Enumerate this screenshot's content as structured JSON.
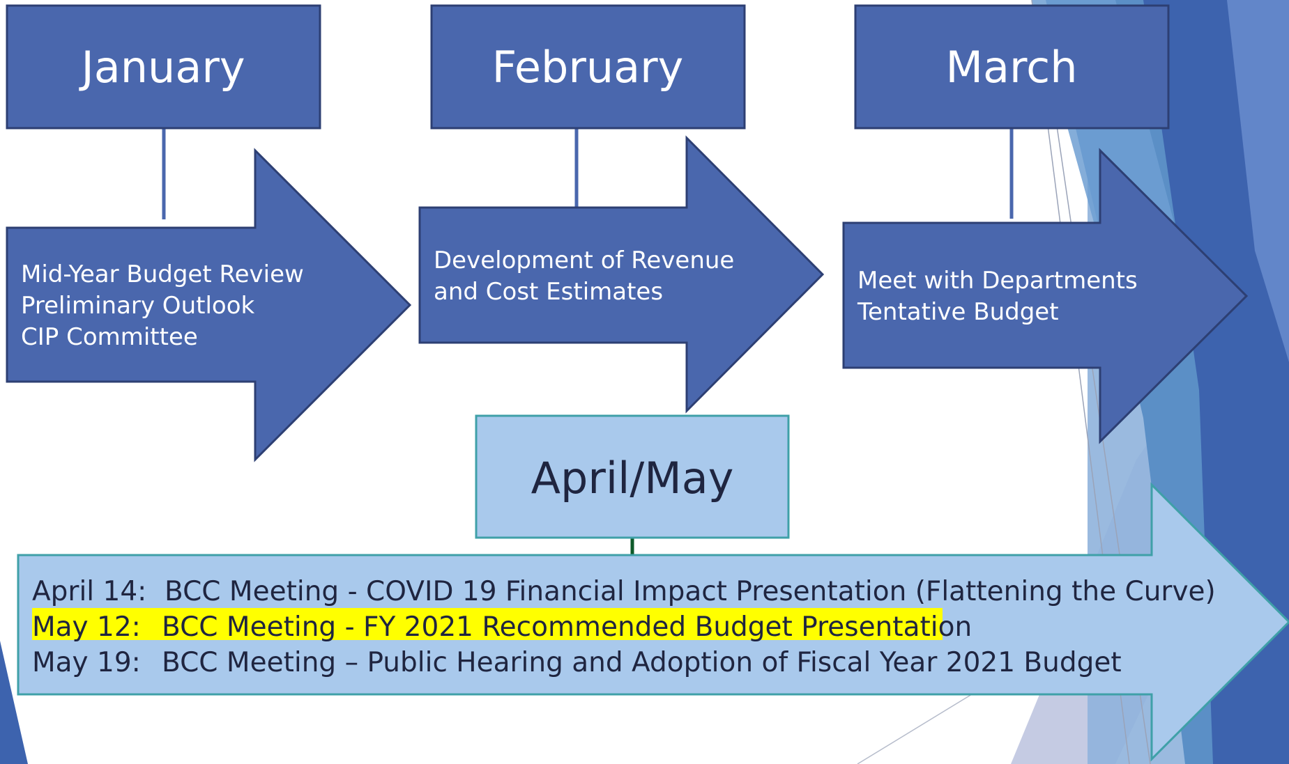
{
  "colors": {
    "month_box_fill": "#4a67ad",
    "month_box_stroke": "#2d3f73",
    "arrow_fill": "#4a67ad",
    "arrow_stroke": "#2d3f73",
    "light_fill": "#a9c9ec",
    "light_stroke": "#3fa0a8",
    "connector_green": "#0e5a2a",
    "highlight": "#ffff00",
    "text_dark": "#1f2540",
    "deco_blue_1": "#5b8fc6",
    "deco_blue_2": "#3d63ae",
    "deco_blue_3": "#8fb3dc",
    "deco_lavender": "#c5cbe3"
  },
  "stages": [
    {
      "month": "January",
      "lines": [
        "Mid-Year Budget Review",
        "Preliminary Outlook",
        "CIP Committee"
      ]
    },
    {
      "month": "February",
      "lines": [
        "Development of Revenue",
        "and Cost Estimates"
      ]
    },
    {
      "month": "March",
      "lines": [
        "Meet with Departments",
        "Tentative Budget"
      ]
    }
  ],
  "april_may": {
    "month": "April/May",
    "schedule": [
      {
        "date": "April 14:",
        "text": "BCC Meeting - COVID 19 Financial Impact Presentation (Flattening the Curve)",
        "highlighted": false
      },
      {
        "date": "May 12:",
        "text": "BCC Meeting - FY 2021 Recommended Budget Presentation",
        "highlighted": true
      },
      {
        "date": "May 19:",
        "text": "BCC Meeting – Public Hearing and Adoption of Fiscal Year 2021 Budget",
        "highlighted": false
      }
    ]
  }
}
